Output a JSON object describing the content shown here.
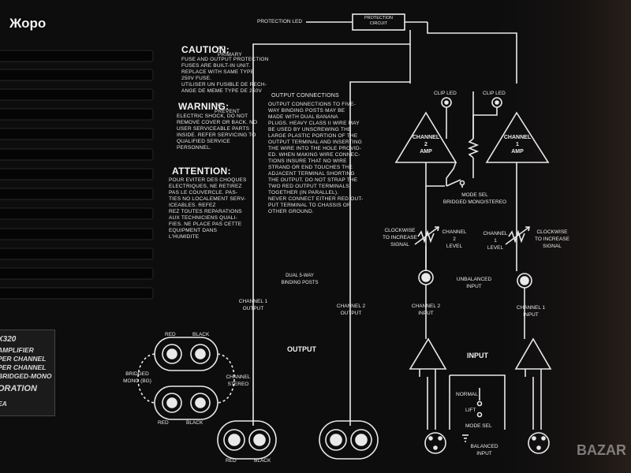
{
  "overlay_title": "Жоро",
  "protection": {
    "led_label": "PROTECTION LED",
    "circuit_label": "PROTECTION\nCIRCUIT"
  },
  "caution": {
    "heading": "CAUTION:",
    "heading_note": "AC\nPRIMARY",
    "body": "FUSE AND OUTPUT PROTECTION\nFUSES ARE BUILT-IN UNIT.\nREPLACE WITH SAME TYPE\n250V FUSE.\nUTILISER UN FUSIBLE DE RECH-\nANGE DE MEME TYPE DE 250V"
  },
  "warning": {
    "heading": "WARNING:",
    "heading_note": "TO\nPREVENT",
    "body": "ELECTRIC SHOCK, DO NOT\nREMOVE COVER OR BACK. NO\nUSER SERVICEABLE PARTS\nINSIDE. REFER SERVICING TO\nQUALIFIED SERVICE\nPERSONNEL."
  },
  "attention": {
    "heading": "ATTENTION:",
    "body": "POUR EVITER DES CHOQUES\nELECTRIQUES, NE RETIREZ\nPAS LE COUVERCLE. PAS-\nTIES NO LOCALEMENT SERV-\nICEABLES. REFEZ\nREZ TOUTES REPARATIONS\nAUX TECHNICIENS QUALI-\nFIES. NE PLACE PAS CETTE\nEQUIPMENT DANS\nL'HUMIDITE"
  },
  "output_connections": {
    "heading": "OUTPUT CONNECTIONS",
    "body": "OUTPUT CONNECTIONS TO FIVE-\nWAY BINDING POSTS MAY BE\nMADE WITH DUAL BANANA\nPLUGS. HEAVY CLASS II WIRE MAY\nBE USED BY UNSCREWING THE\nLARGE PLASTIC PORTION OF THE\nOUTPUT TERMINAL AND INSERTING\nTHE WIRE INTO THE HOLE PROVID-\nED. WHEN MAKING WIRE CONNEC-\nTIONS INSURE THAT NO WIRE\nSTRAND OR END TOUCHES THE\nADJACENT TERMINAL SHORTING\nTHE OUTPUT. DO NOT STRAP THE\nTWO RED OUTPUT TERMINALS\nTOGETHER (IN PARALLEL).\nNEVER CONNECT EITHER RED OUT-\nPUT TERMINAL TO CHASSIS OR\nOTHER GROUND."
  },
  "amps": {
    "channel2": "CHANNEL\n2\nAMP",
    "channel1": "CHANNEL\n1\nAMP",
    "clip_led": "CLIP LED"
  },
  "mode_sel_top": "MODE SEL\nBRIDGED MONO/STEREO",
  "level": {
    "clockwise_left": "CLOCKWISE\nTO INCREASE\nSIGNAL",
    "clockwise_right": "CLOCKWISE\nTO INCREASE\nSIGNAL",
    "ch2_level": "CHANNEL\n2\nLEVEL",
    "ch1_level": "CHANNEL\n1\nLEVEL"
  },
  "unbalanced_input": "UNBALANCED\nINPUT",
  "channel2_input": "CHANNEL 2\nINPUT",
  "channel1_input": "CHANNEL 1\nINPUT",
  "input_heading": "INPUT",
  "mode_sel_bottom": {
    "normal": "NORMAL",
    "lift": "LIFT",
    "mode_sel": "MODE SEL"
  },
  "balanced_input": "BALANCED\nINPUT",
  "binding_posts_label": "DUAL 5-WAY\nBINDING POSTS",
  "channel1_output": "CHANNEL 1\nOUTPUT",
  "channel2_output": "CHANNEL 2\nOUTPUT",
  "output_heading": "OUTPUT",
  "bridge": {
    "red": "RED",
    "black": "BLACK",
    "red_bottom": "RED",
    "black_bottom": "BLACK",
    "bridged_mono": "BRIDGED\nMONO (BG)",
    "channel_stereo": "CHANNEL\nSTEREO"
  },
  "output_terminals": {
    "red": "RED",
    "black": "BLACK"
  },
  "sticker": {
    "line1": "X320",
    "line2": "AMPLIFIER",
    "line3": "PER CHANNEL",
    "line4": "PER CHANNEL",
    "line5": "BRIDGED-MONO",
    "line6": "ORATION",
    "line7": "EA"
  },
  "watermark": "BAZAR"
}
